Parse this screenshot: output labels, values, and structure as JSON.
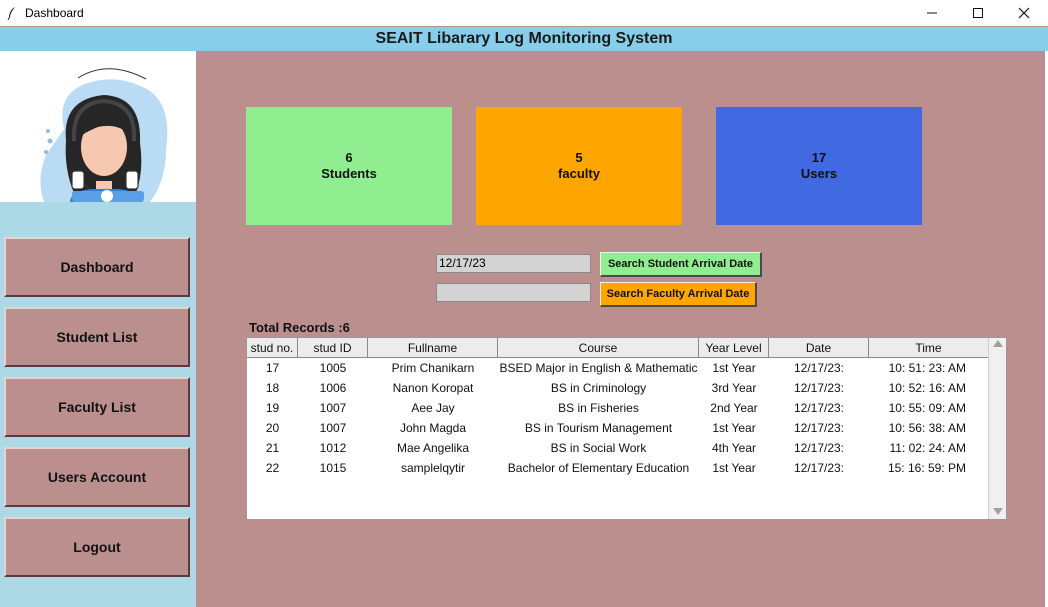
{
  "window": {
    "title": "Dashboard"
  },
  "header": {
    "title": "SEAIT Libarary Log Monitoring System"
  },
  "sidebar": {
    "items": [
      {
        "label": "Dashboard"
      },
      {
        "label": "Student List"
      },
      {
        "label": "Faculty List"
      },
      {
        "label": "Users Account"
      },
      {
        "label": "Logout"
      }
    ]
  },
  "stats": {
    "students": {
      "count": "6",
      "label": "Students"
    },
    "faculty": {
      "count": "5",
      "label": "faculty"
    },
    "users": {
      "count": "17",
      "label": "Users"
    }
  },
  "search": {
    "student_date_value": "12/17/23",
    "faculty_date_value": "",
    "student_button": "Search Student Arrival Date",
    "faculty_button": "Search Faculty Arrival Date"
  },
  "records": {
    "total_label": "Total Records :6",
    "columns": [
      "stud no.",
      "stud ID",
      "Fullname",
      "Course",
      "Year Level",
      "Date",
      "Time"
    ],
    "rows": [
      [
        "17",
        "1005",
        "Prim Chanikarn",
        "BSED Major in English & Mathematic",
        "1st Year",
        "12/17/23:",
        "10: 51: 23: AM"
      ],
      [
        "18",
        "1006",
        "Nanon Koropat",
        "BS in Criminology",
        "3rd Year",
        "12/17/23:",
        "10: 52: 16: AM"
      ],
      [
        "19",
        "1007",
        "Aee Jay",
        "BS in Fisheries",
        "2nd Year",
        "12/17/23:",
        "10: 55: 09: AM"
      ],
      [
        "20",
        "1007",
        "John Magda",
        "BS in Tourism Management",
        "1st Year",
        "12/17/23:",
        "10: 56: 38: AM"
      ],
      [
        "21",
        "1012",
        "Mae Angelika",
        "BS in Social Work",
        "4th Year",
        "12/17/23:",
        "11: 02: 24: AM"
      ],
      [
        "22",
        "1015",
        "samplelqytir",
        "Bachelor of Elementary Education",
        "1st Year",
        "12/17/23:",
        "15: 16: 59: PM"
      ]
    ]
  },
  "colors": {
    "background": "#bc8f8f",
    "header": "#87ceeb",
    "sidebar": "#add8e6",
    "students_card": "#90ee90",
    "faculty_card": "#ffa500",
    "users_card": "#4169e1"
  }
}
